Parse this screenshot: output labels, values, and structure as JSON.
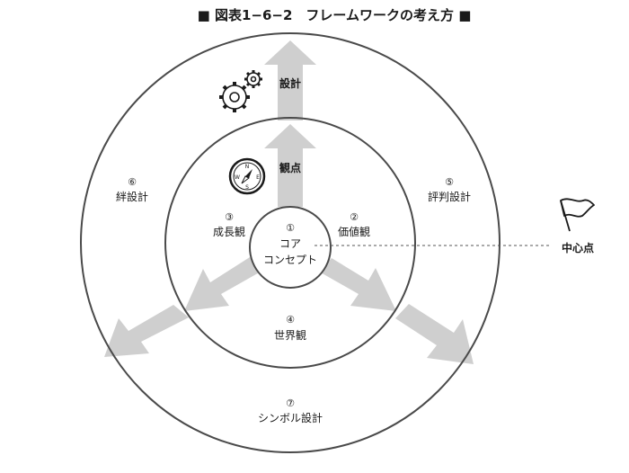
{
  "title": "■ 図表1−6−2　フレームワークの考え方 ■",
  "arrow_labels": {
    "top_outer": "設計",
    "top_inner": "観点"
  },
  "center": {
    "number": "①",
    "line1": "コア",
    "line2": "コンセプト"
  },
  "segments": {
    "value_view": {
      "number": "②",
      "label": "価値観"
    },
    "growth_view": {
      "number": "③",
      "label": "成長観"
    },
    "world_view": {
      "number": "④",
      "label": "世界観"
    },
    "evaluation_design": {
      "number": "⑤",
      "label": "評判設計"
    },
    "bond_design": {
      "number": "⑥",
      "label": "絆設計"
    },
    "symbol_design": {
      "number": "⑦",
      "label": "シンボル設計"
    }
  },
  "center_point_label": "中心点",
  "icons": [
    "gears-icon",
    "compass-icon",
    "flag-icon"
  ],
  "colors": {
    "arrow_fill": "#cfcfcf",
    "circle_stroke": "#4a4a4a",
    "text": "#1a1a1a"
  }
}
